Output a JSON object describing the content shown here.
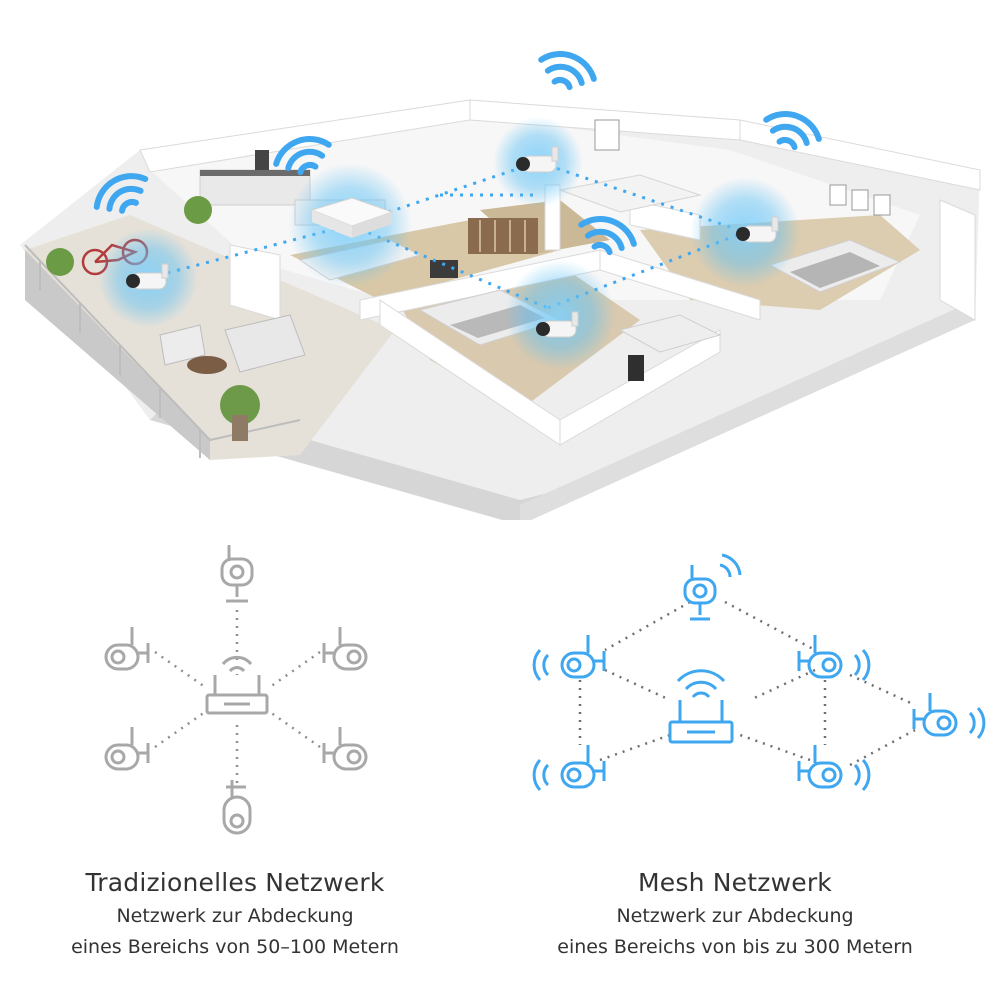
{
  "colors": {
    "traditional": "#a8a8a8",
    "mesh": "#3fa7f0",
    "mesh_glow": "#5cc0f5",
    "wall": "#f4f4f4",
    "floor": "#d9c9ae"
  },
  "icons": {
    "scene": [
      "house-floorplan-illustration",
      "camera-icon",
      "nvr-router-icon",
      "wifi-icon"
    ],
    "traditional": [
      "router-icon",
      "camera-icon",
      "dome-camera-icon"
    ],
    "mesh": [
      "router-icon",
      "camera-icon",
      "dome-camera-icon",
      "wifi-icon"
    ]
  },
  "traditional": {
    "title": "Tradizionelles Netzwerk",
    "line1": "Netzwerk zur Abdeckung",
    "line2": "eines Bereichs von 50–100 Metern"
  },
  "mesh": {
    "title": "Mesh Netzwerk",
    "line1": "Netzwerk zur Abdeckung",
    "line2": "eines Bereichs von bis zu 300 Metern"
  }
}
